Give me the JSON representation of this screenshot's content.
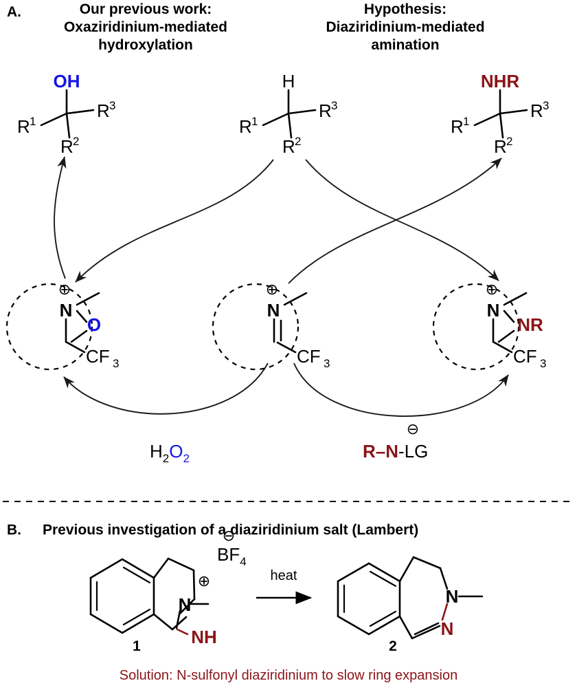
{
  "figure": {
    "panels": {
      "a": {
        "letter": "A.",
        "headings": {
          "left": [
            "Our previous work:",
            "Oxaziridinium-mediated",
            "hydroxylation"
          ],
          "right": [
            "Hypothesis:",
            "Diaziridinium-mediated",
            "amination"
          ]
        },
        "products": {
          "left": {
            "top_label": "OH",
            "top_color": "#1414e6",
            "r1": "R",
            "r1_sup": "1",
            "r2": "R",
            "r2_sup": "2",
            "r3": "R",
            "r3_sup": "3"
          },
          "center": {
            "top_label": "H",
            "top_color": "#000000",
            "r1": "R",
            "r1_sup": "1",
            "r2": "R",
            "r2_sup": "2",
            "r3": "R",
            "r3_sup": "3"
          },
          "right": {
            "top_label": "NHR",
            "top_color": "#8b1418",
            "r1": "R",
            "r1_sup": "1",
            "r2": "R",
            "r2_sup": "2",
            "r3": "R",
            "r3_sup": "3"
          }
        },
        "catalysts": {
          "left": {
            "name": "oxaziridinium",
            "charge": "⊕",
            "n_label": "N",
            "hetero_label": "O",
            "hetero_color": "#1414e6",
            "cf3": "CF",
            "cf3_sub": "3"
          },
          "center": {
            "name": "iminium",
            "charge": "⊕",
            "n_label": "N",
            "hetero_label": "",
            "hetero_color": "#000000",
            "cf3": "CF",
            "cf3_sub": "3"
          },
          "right": {
            "name": "diaziridinium",
            "charge": "⊕",
            "n_label": "N",
            "hetero_label": "NR",
            "hetero_color": "#8b1418",
            "cf3": "CF",
            "cf3_sub": "3"
          }
        },
        "reagents": {
          "left": {
            "parts": [
              {
                "text": "H",
                "color": "#000000"
              },
              {
                "text": "2",
                "color": "#000000",
                "sub": true
              },
              {
                "text": "O",
                "color": "#1414e6"
              },
              {
                "text": "2",
                "color": "#1414e6",
                "sub": true
              }
            ],
            "charge": ""
          },
          "right": {
            "parts": [
              {
                "text": "R",
                "color": "#8b1418",
                "bold": true
              },
              {
                "text": "–",
                "color": "#8b1418",
                "bold": true
              },
              {
                "text": "N",
                "color": "#8b1418",
                "bold": true
              },
              {
                "text": "-",
                "color": "#000000"
              },
              {
                "text": "LG",
                "color": "#000000"
              }
            ],
            "charge": "⊖"
          }
        }
      },
      "b": {
        "letter": "B.",
        "title": "Previous investigation of a diaziridinium salt (Lambert)",
        "compound_1": {
          "number": "1",
          "n_label": "N",
          "charge": "⊕",
          "nh_label": "NH",
          "nh_color": "#8b1418",
          "counterion": "BF",
          "counterion_sub": "4",
          "counterion_charge": "⊖"
        },
        "arrow_label": "heat",
        "compound_2": {
          "number": "2",
          "n_label_top": "N",
          "n_label_bottom": "N",
          "n_bottom_color": "#8b1418"
        },
        "caption": "Solution: N-sulfonyl diaziridinium to slow ring expansion"
      }
    }
  }
}
